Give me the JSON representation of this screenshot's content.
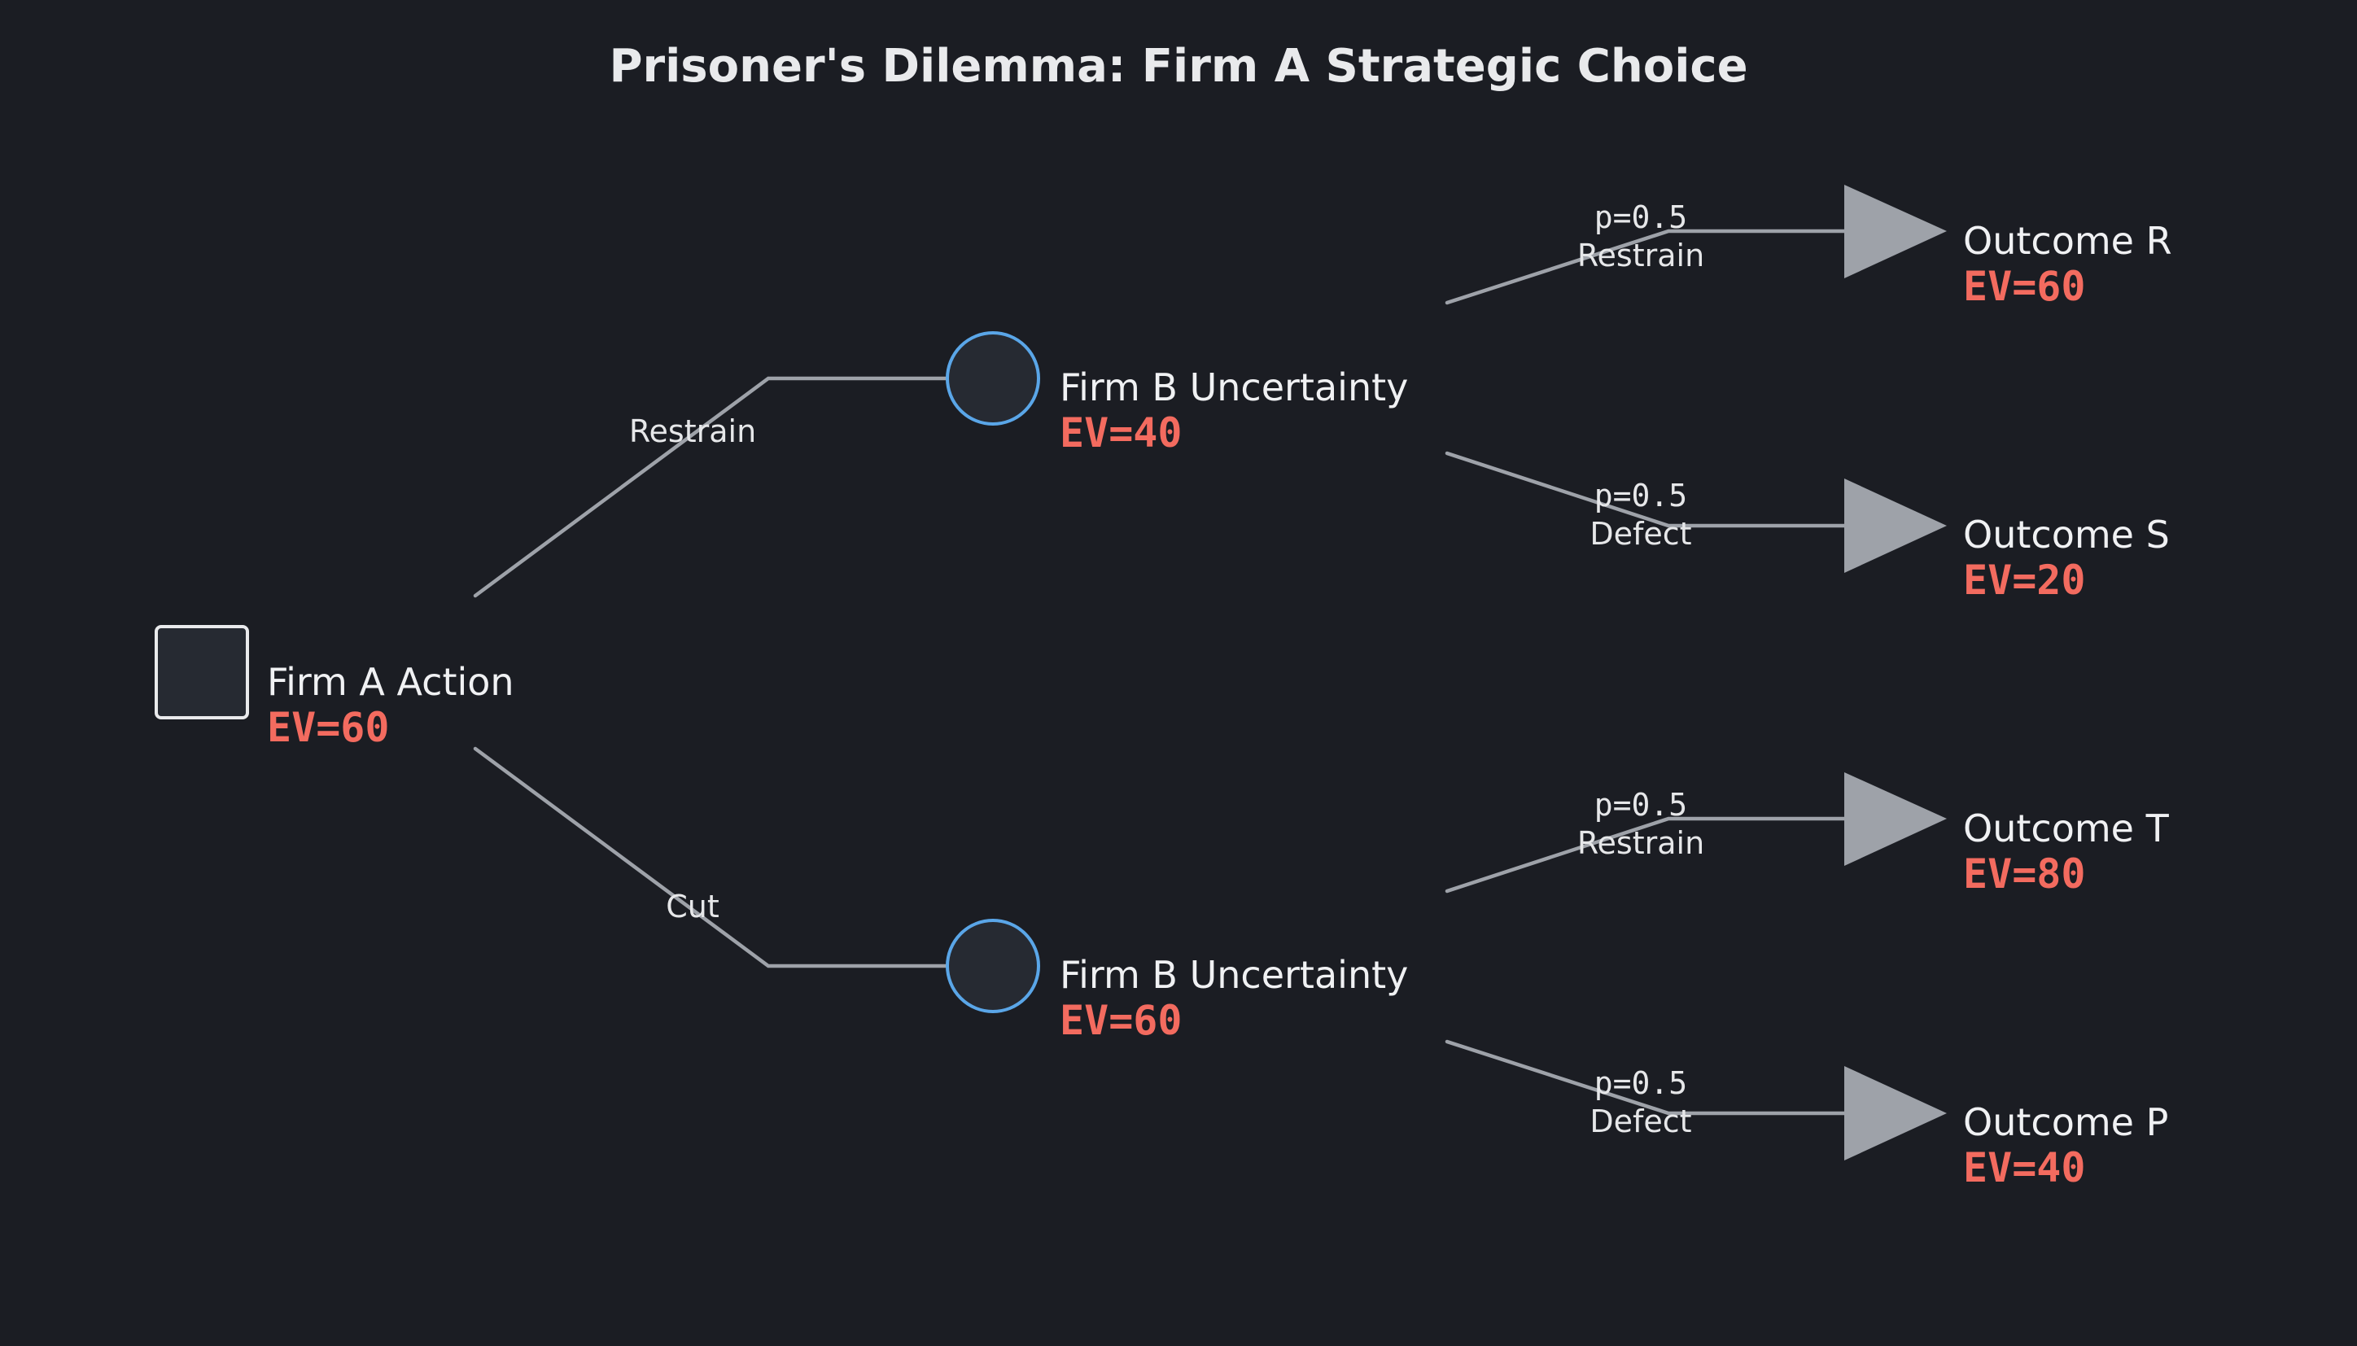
{
  "title": "Prisoner's Dilemma: Firm A Strategic Choice",
  "colors": {
    "background": "#1b1d23",
    "edge": "#9ea2a9",
    "decision_border": "#e9eaec",
    "chance_border": "#5aa6e8",
    "terminal": "#9ea2a9",
    "ev_text": "#f36b5f"
  },
  "root": {
    "label": "Firm A Action",
    "ev": "EV=60"
  },
  "branches": [
    {
      "edge_label": "Restrain",
      "node": {
        "label": "Firm B Uncertainty",
        "ev": "EV=40"
      },
      "outcomes": [
        {
          "prob": "p=0.5",
          "edge_label": "Restrain",
          "label": "Outcome R",
          "ev": "EV=60"
        },
        {
          "prob": "p=0.5",
          "edge_label": "Defect",
          "label": "Outcome S",
          "ev": "EV=20"
        }
      ]
    },
    {
      "edge_label": "Cut",
      "node": {
        "label": "Firm B Uncertainty",
        "ev": "EV=60"
      },
      "outcomes": [
        {
          "prob": "p=0.5",
          "edge_label": "Restrain",
          "label": "Outcome T",
          "ev": "EV=80"
        },
        {
          "prob": "p=0.5",
          "edge_label": "Defect",
          "label": "Outcome P",
          "ev": "EV=40"
        }
      ]
    }
  ]
}
